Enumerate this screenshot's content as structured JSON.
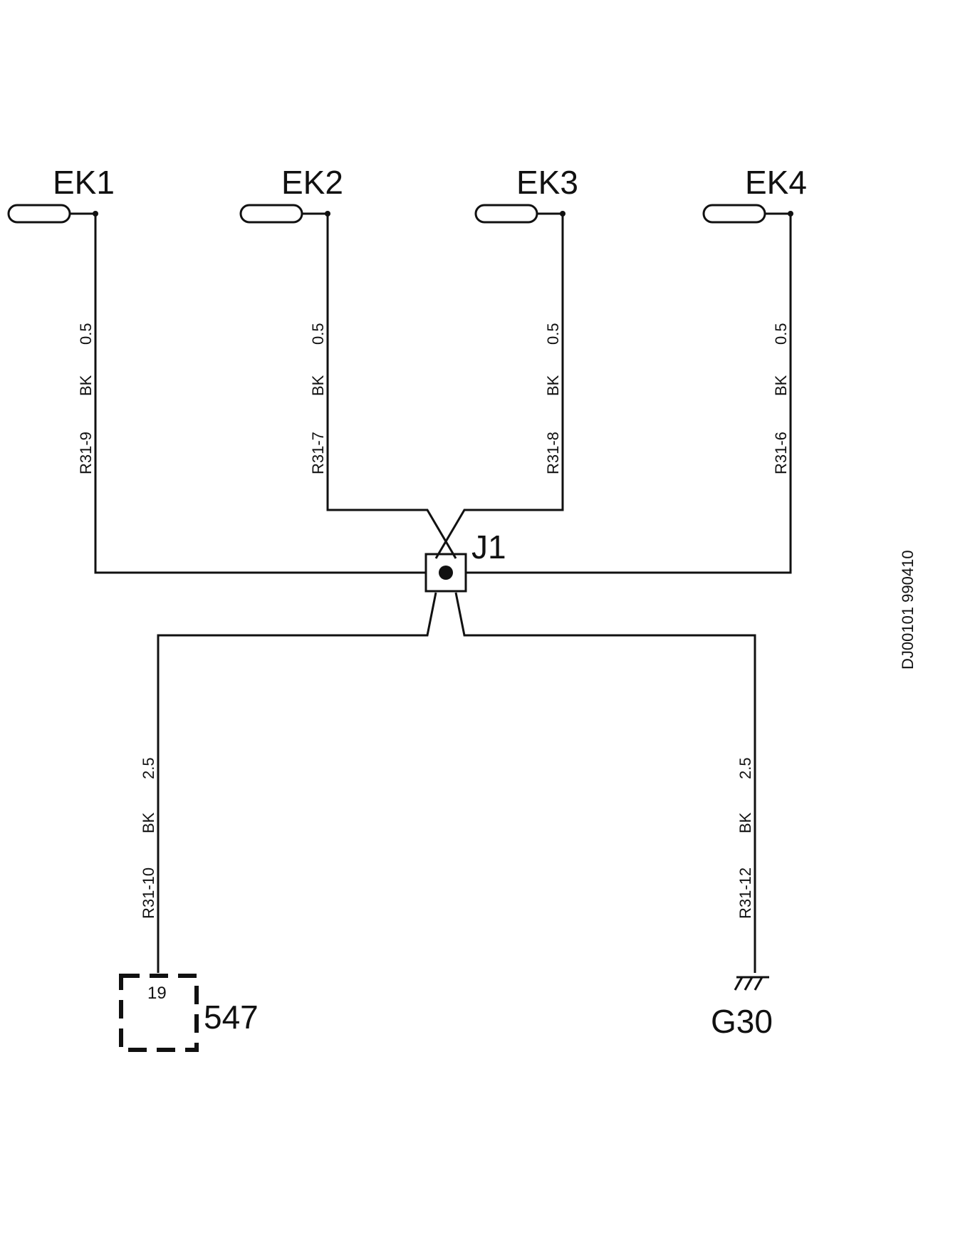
{
  "components": {
    "ek1": "EK1",
    "ek2": "EK2",
    "ek3": "EK3",
    "ek4": "EK4",
    "junction": "J1",
    "module": "547",
    "module_pin": "19",
    "ground": "G30"
  },
  "wires": {
    "ek1": {
      "circuit": "R31-9",
      "color": "BK",
      "size": "0.5"
    },
    "ek2": {
      "circuit": "R31-7",
      "color": "BK",
      "size": "0.5"
    },
    "ek3": {
      "circuit": "R31-8",
      "color": "BK",
      "size": "0.5"
    },
    "ek4": {
      "circuit": "R31-6",
      "color": "BK",
      "size": "0.5"
    },
    "module": {
      "circuit": "R31-10",
      "color": "BK",
      "size": "2.5"
    },
    "ground": {
      "circuit": "R31-12",
      "color": "BK",
      "size": "2.5"
    }
  },
  "document_id": "DJ00101 990410"
}
